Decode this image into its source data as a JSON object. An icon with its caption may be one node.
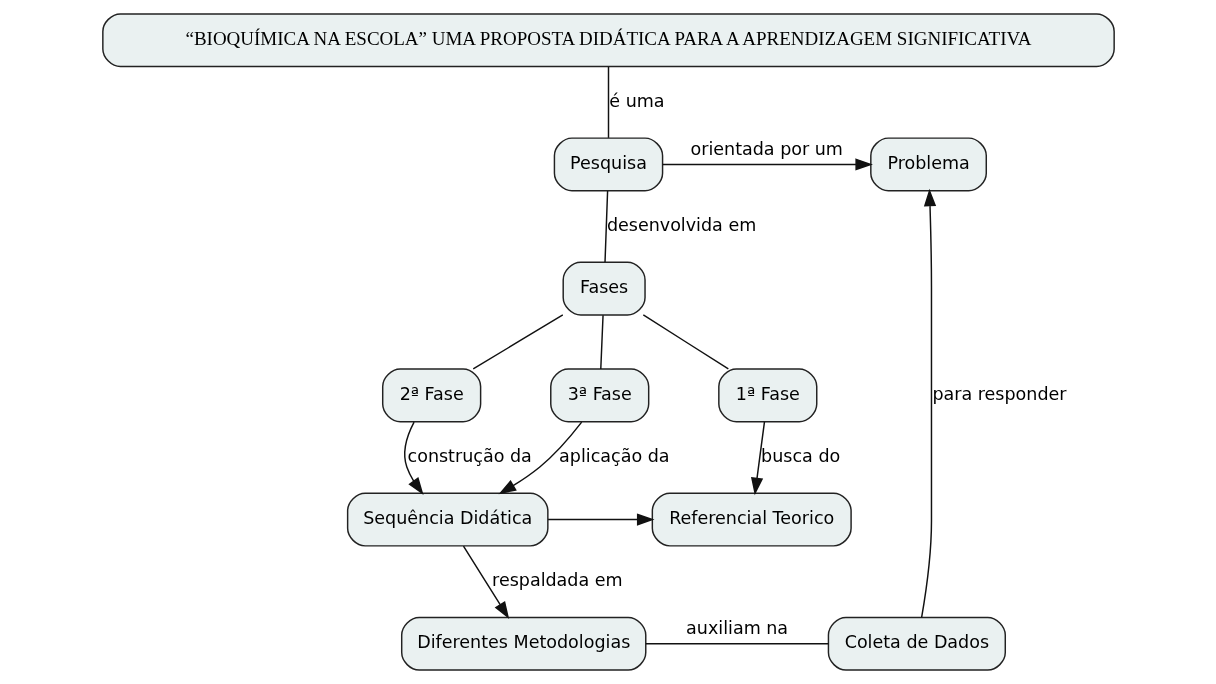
{
  "diagram": {
    "nodes": [
      {
        "text": [
          "“BIOQUÍMICA NA ESCOLA” UMA PROPOSTA DIDÁTICA PARA A APRENDIZAGEM SIGNIFICATIVA"
        ]
      },
      {
        "text": [
          "Pesquisa"
        ]
      },
      {
        "text": [
          "Problema"
        ]
      },
      {
        "text": [
          "Fases"
        ]
      },
      {
        "text": [
          "1ª Fase"
        ]
      },
      {
        "text": [
          "2ª Fase"
        ]
      },
      {
        "text": [
          "3ª Fase"
        ]
      },
      {
        "text": [
          "Referencial Teorico"
        ]
      },
      {
        "text": [
          "Sequência Didática"
        ]
      },
      {
        "text": [
          "Diferentes Metodologias"
        ]
      },
      {
        "text": [
          "Coleta de Dados"
        ]
      }
    ],
    "edges": [
      {
        "from": 0,
        "to": 1,
        "arrow": "none",
        "label": "é uma"
      },
      {
        "from": 1,
        "to": 2,
        "arrow": "to",
        "label": "orientada por um"
      },
      {
        "from": 1,
        "to": 3,
        "arrow": "none",
        "label": "desenvolvida em"
      },
      {
        "from": 3,
        "to": 4,
        "arrow": "none"
      },
      {
        "from": 3,
        "to": 5,
        "arrow": "none"
      },
      {
        "from": 3,
        "to": 6,
        "arrow": "none"
      },
      {
        "from": 4,
        "to": 7,
        "arrow": "to",
        "label": "busca do"
      },
      {
        "from": 5,
        "to": 8,
        "arrow": "to",
        "label": "construção da"
      },
      {
        "from": 6,
        "to": 8,
        "arrow": "to",
        "label": "aplicação da"
      },
      {
        "from": 8,
        "to": 7,
        "arrow": "to"
      },
      {
        "from": 8,
        "to": 9,
        "arrow": "to",
        "label": "respaldada em"
      },
      {
        "from": 9,
        "to": 10,
        "arrow": "none",
        "label": "auxiliam na"
      },
      {
        "from": 10,
        "to": 2,
        "arrow": "to",
        "label": "para responder"
      }
    ]
  }
}
